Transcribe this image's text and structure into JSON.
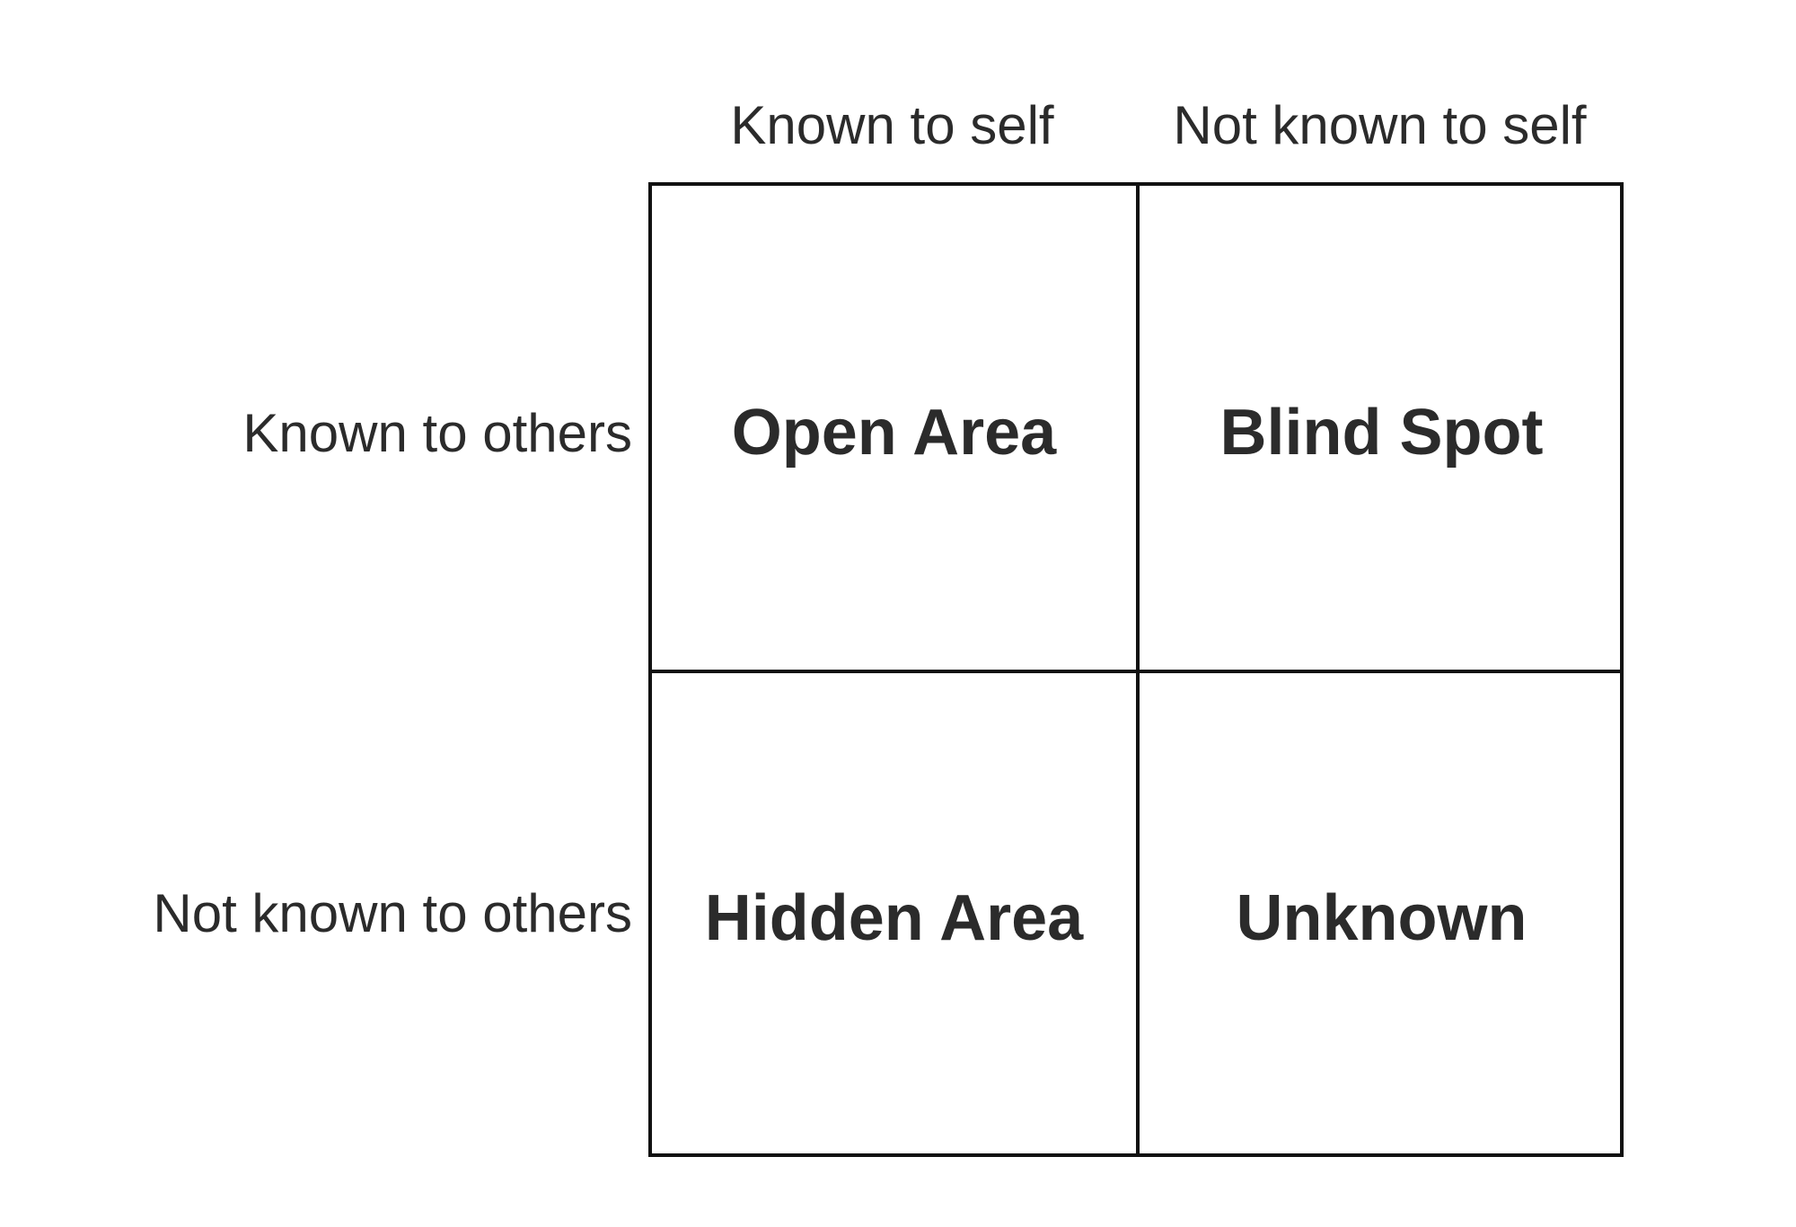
{
  "columns": [
    "Known to self",
    "Not known to self"
  ],
  "rows": [
    "Known to others",
    "Not known to others"
  ],
  "cells": {
    "open_area": "Open Area",
    "blind_spot": "Blind Spot",
    "hidden_area": "Hidden Area",
    "unknown": "Unknown"
  }
}
